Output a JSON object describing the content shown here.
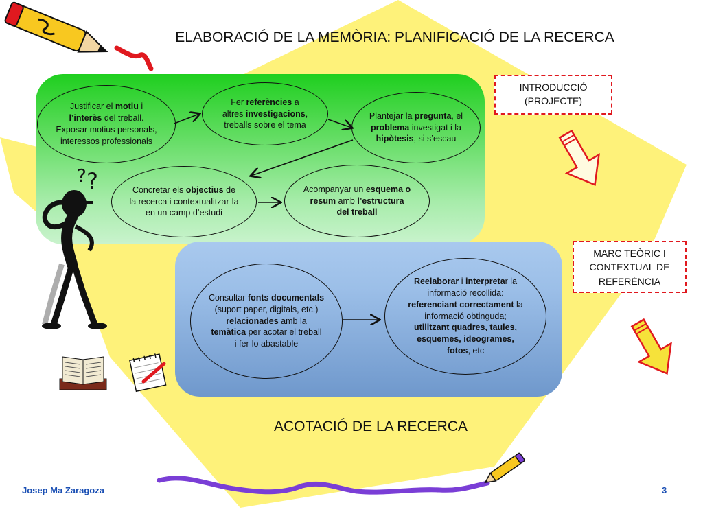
{
  "title": "ELABORACIÓ DE LA MEMÒRIA: PLANIFICACIÓ DE LA RECERCA",
  "subtitle": "ACOTACIÓ DE LA RECERCA",
  "footer": {
    "author": "Josep Ma Zaragoza",
    "page": "3"
  },
  "colors": {
    "yellow_bg": "#fef27a",
    "green_panel": "#3fd63f",
    "blue_panel": "#8fb6e4",
    "dash_red": "#e0191f",
    "footer_blue": "#1a4fb4"
  },
  "side_boxes": {
    "intro": {
      "line1": "INTRODUCCIÓ",
      "line2": "(PROJECTE)"
    },
    "marc": {
      "line1": "MARC TEÒRIC I",
      "line2": "CONTEXTUAL DE",
      "line3": "REFERÈNCIA"
    }
  },
  "green_nodes": {
    "justificar": "Justificar el <b>motiu</b> i<br><b>l’interès</b> del treball.<br>Exposar motius personals,<br>interessos professionals",
    "referencies": "Fer <b>referències</b> a<br>altres <b>investigacions</b>,<br>treballs sobre el tema",
    "plantejar": "Plantejar la <b>pregunta</b>, el<br><b>problema</b> investigat i la<br><b>hipòtesis</b>, si s’escau",
    "concretar": "Concretar els <b>objectius</b> de<br>la recerca i contextualitzar-la<br>en un camp d’estudi",
    "acompanyar": "Acompanyar un <b>esquema o<br>resum</b> amb <b>l’estructura<br>del treball</b>"
  },
  "blue_nodes": {
    "consultar": "Consultar <b>fonts documentals</b><br>(suport paper, digitals, etc.)<br><b>relacionades</b> amb la<br><b>temàtica</b> per acotar el treball<br>i fer-lo abastable",
    "reelaborar": "<b>Reelaborar</b> i <b>interpreta</b>r la<br>informació recollida:<br><b>referenciant correctament</b> la<br>informació obtinguda;<br><b>utilitzant quadres, taules,<br>esquemes, ideogrames,<br>fotos</b>, etc"
  },
  "icons": [
    "pencil-icon",
    "thinking-man-icon",
    "book-icon",
    "notepad-icon",
    "down-arrow-icon"
  ]
}
